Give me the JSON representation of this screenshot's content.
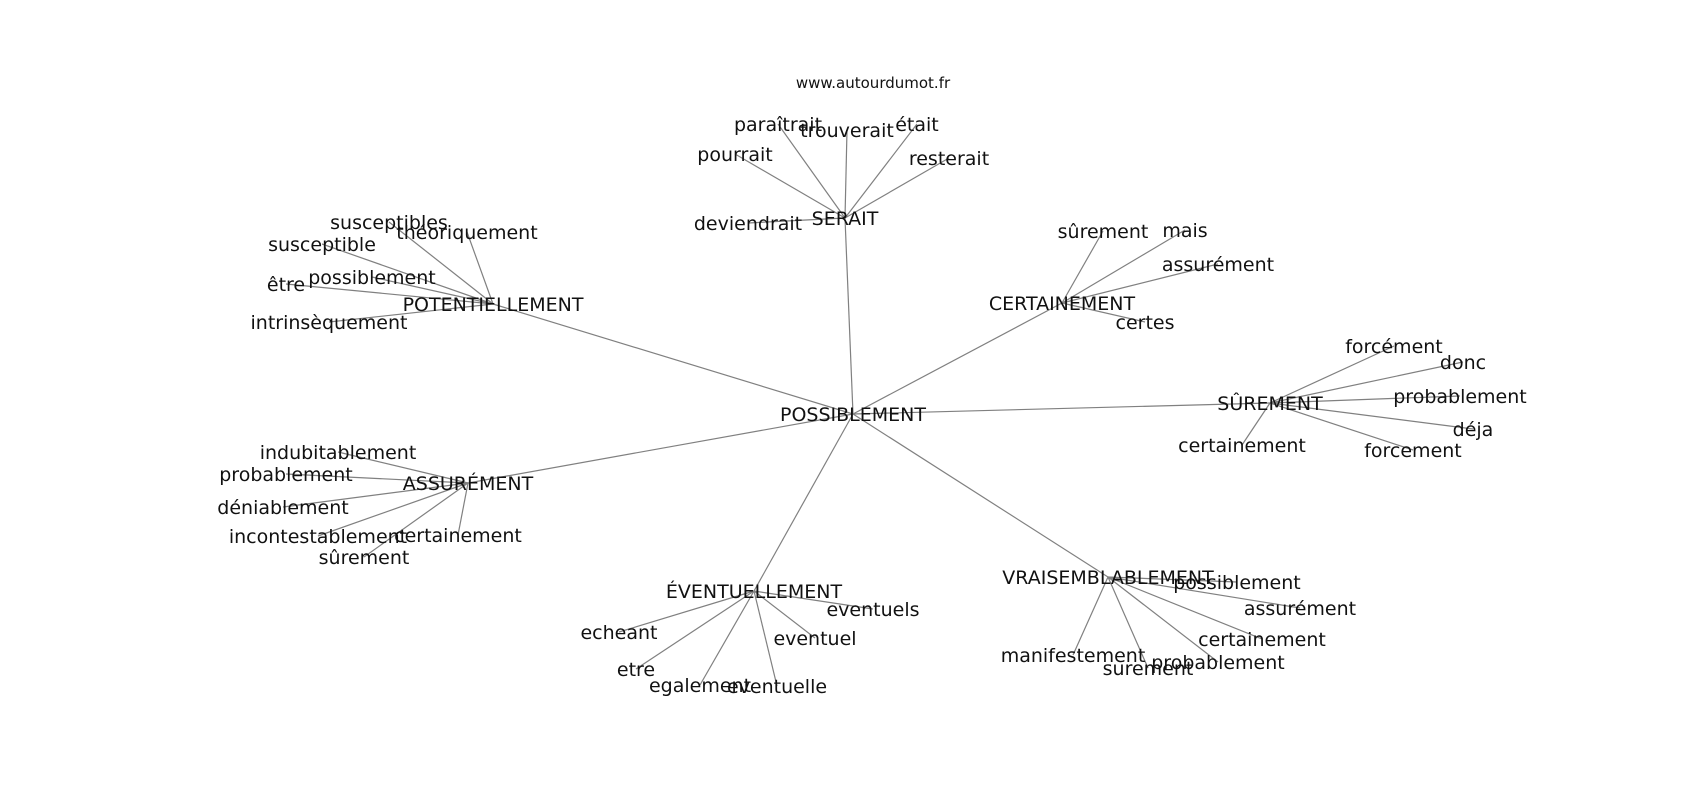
{
  "site_label": "www.autourdumot.fr",
  "colors": {
    "edge": "#808080",
    "text": "#111111",
    "background": "#ffffff"
  },
  "graph": {
    "root": "POSSIBLEMENT",
    "clusters": [
      {
        "hub": "SERAIT",
        "leaves": [
          "paraîtrait",
          "trouverait",
          "était",
          "pourrait",
          "resterait",
          "deviendrait"
        ]
      },
      {
        "hub": "POTENTIELLEMENT",
        "leaves": [
          "susceptibles",
          "théoriquement",
          "susceptible",
          "possiblement",
          "être",
          "intrinsèquement"
        ]
      },
      {
        "hub": "CERTAINEMENT",
        "leaves": [
          "sûrement",
          "mais",
          "assurément",
          "certes"
        ]
      },
      {
        "hub": "SÛREMENT",
        "leaves": [
          "forcément",
          "donc",
          "probablement",
          "déja",
          "forcement",
          "certainement"
        ]
      },
      {
        "hub": "ASSURÉMENT",
        "leaves": [
          "indubitablement",
          "probablement",
          "déniablement",
          "incontestablement",
          "certainement",
          "sûrement"
        ]
      },
      {
        "hub": "ÉVENTUELLEMENT",
        "leaves": [
          "eventuels",
          "echeant",
          "eventuel",
          "etre",
          "egalement",
          "eventuelle"
        ]
      },
      {
        "hub": "VRAISEMBLABLEMENT",
        "leaves": [
          "possiblement",
          "assurément",
          "certainement",
          "manifestement",
          "surement",
          "probablement"
        ]
      }
    ]
  }
}
